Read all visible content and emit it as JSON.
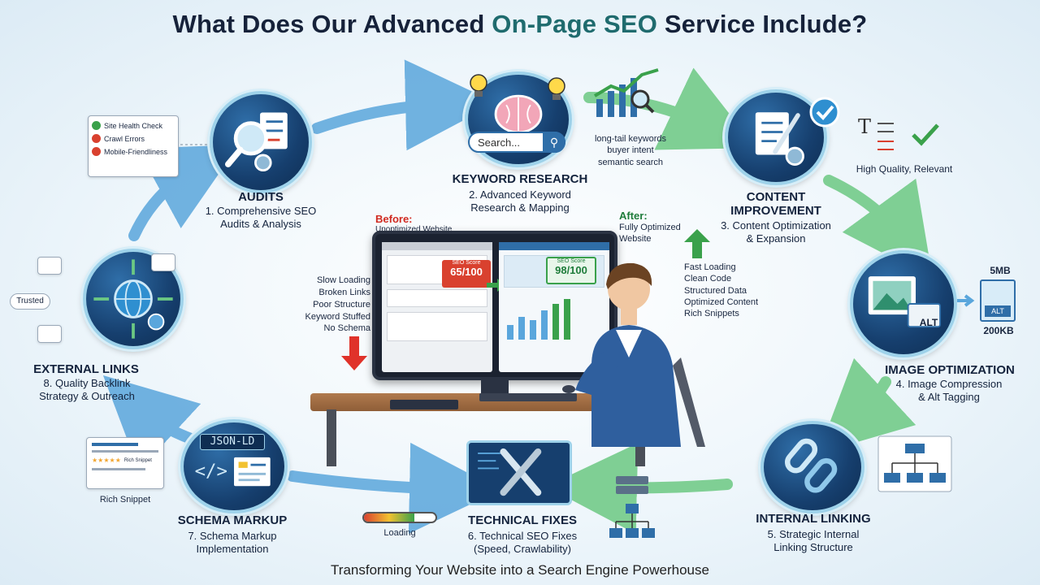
{
  "header": {
    "title_pre": "What Does Our Advanced ",
    "title_highlight": "On-Page SEO",
    "title_post": " Service Include?"
  },
  "footer": {
    "tagline": "Transforming Your Website into a Search Engine Powerhouse"
  },
  "steps": {
    "audits": {
      "title": "AUDITS",
      "desc_1": "1. Comprehensive SEO",
      "desc_2": "Audits & Analysis"
    },
    "keyword": {
      "title": "KEYWORD RESEARCH",
      "desc_1": "2. Advanced Keyword",
      "desc_2": "Research & Mapping"
    },
    "content": {
      "title_1": "CONTENT",
      "title_2": "IMPROVEMENT",
      "desc_1": "3. Content Optimization",
      "desc_2": "& Expansion"
    },
    "image": {
      "title": "IMAGE OPTIMIZATION",
      "desc_1": "4. Image Compression",
      "desc_2": "& Alt Tagging"
    },
    "internal": {
      "title": "INTERNAL LINKING",
      "desc_1": "5. Strategic Internal",
      "desc_2": "Linking Structure"
    },
    "technical": {
      "title": "TECHNICAL FIXES",
      "desc_1": "6. Technical SEO Fixes",
      "desc_2": "(Speed, Crawlability)"
    },
    "schema": {
      "title": "SCHEMA MARKUP",
      "desc_1": "7. Schema Markup",
      "desc_2": "Implementation"
    },
    "external": {
      "title": "EXTERNAL LINKS",
      "desc_1": "8. Quality Backlink",
      "desc_2": "Strategy & Outreach"
    }
  },
  "audit_checklist": [
    "Site Health Check",
    "Crawl Errors",
    "Mobile-Friendliness"
  ],
  "keyword_search": {
    "placeholder": "Search..."
  },
  "keyword_terms": [
    "long-tail keywords",
    "buyer intent",
    "semantic search"
  ],
  "content_note": "High Quality, Relevant",
  "image_sizes": {
    "before": "5MB",
    "alt": "ALT",
    "after": "200KB",
    "node_alt": "ALT"
  },
  "schema_badge": "JSON-LD",
  "rich_snippet": {
    "label": "Rich Snippet",
    "tag": "Rich Snippet"
  },
  "trusted_label": "Trusted",
  "loading_label": "Loading",
  "before": {
    "title": "Before:",
    "subtitle": "Unoptimized Website",
    "score_label": "SEO Score",
    "score_value": "65/100",
    "issues": [
      "Slow Loading",
      "Broken Links",
      "Poor Structure",
      "Keyword Stuffed",
      "No Schema"
    ]
  },
  "after": {
    "title": "After:",
    "subtitle_1": "Fully Optimized",
    "subtitle_2": "Website",
    "score_label": "SEO Score",
    "score_value": "98/100",
    "benefits": [
      "Fast Loading",
      "Clean Code",
      "Structured Data",
      "Optimized Content",
      "Rich Snippets"
    ]
  },
  "colors": {
    "node_dark": "#163f6e",
    "node_ring": "#9ed2ea",
    "arrow_blue": "#5aa6dc",
    "arrow_green": "#6cc983",
    "bad_red": "#d02a20",
    "good_green": "#1e7c3a",
    "title_accent": "#1f6b6e"
  },
  "icons": {
    "audits": "magnifier-checklist-gear-icon",
    "keyword": "brain-lightbulb-icon",
    "content": "document-pen-gear-icon",
    "image": "image-alt-icon",
    "internal": "chain-link-icon",
    "technical": "wrench-tools-icon",
    "schema": "code-brackets-icon",
    "external": "globe-network-icon"
  }
}
